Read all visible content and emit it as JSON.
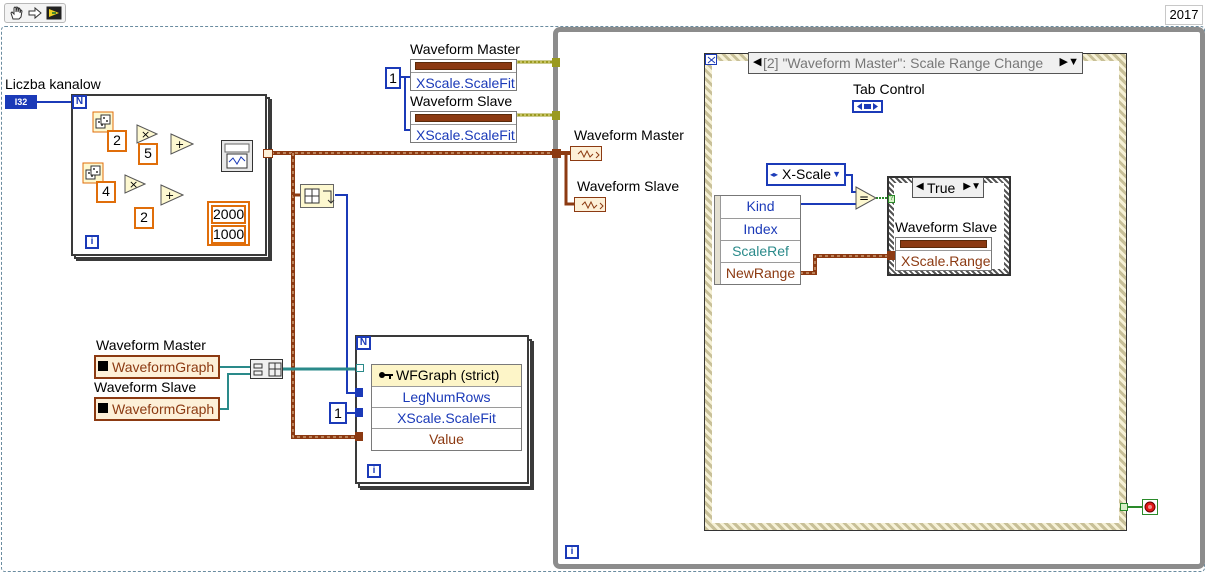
{
  "toolbar": {
    "year": "2017",
    "icons": [
      "hand-icon",
      "step-arrow-icon",
      "highlight-icon"
    ]
  },
  "colors": {
    "wire_waveform": "#8c3a12",
    "wire_int": "#1b3ab8",
    "wire_ref": "#2a8a8a",
    "wire_numeric": "#e06e0a",
    "wire_bool": "#2a8a2a"
  },
  "left": {
    "channels_label": "Liczba kanalow",
    "channels_type": "I32",
    "loop_count_terminal": "N",
    "loop_iter_terminal": "i",
    "const_a1": "2",
    "const_a2": "5",
    "const_b1": "4",
    "const_b2": "2",
    "array_values": [
      "2000",
      "1000"
    ]
  },
  "top_props": {
    "master_label": "Waveform Master",
    "master_prop": "XScale.ScaleFit",
    "slave_label": "Waveform Slave",
    "slave_prop": "XScale.ScaleFit",
    "const_one": "1"
  },
  "refs": {
    "master_label": "Waveform Master",
    "master_ref": "WaveformGraph",
    "slave_label": "Waveform Slave",
    "slave_ref": "WaveformGraph"
  },
  "bottom_loop": {
    "count_terminal": "N",
    "iter_terminal": "i",
    "node_class": "WFGraph (strict)",
    "props": [
      "LegNumRows",
      "XScale.ScaleFit",
      "Value"
    ],
    "const_one": "1"
  },
  "indicators": {
    "master_label": "Waveform Master",
    "slave_label": "Waveform Slave"
  },
  "event": {
    "selector": "[2] \"Waveform Master\": Scale Range Change",
    "tab_control_label": "Tab Control",
    "xscale_enum": "X-Scale",
    "event_data": [
      "Kind",
      "Index",
      "ScaleRef",
      "NewRange"
    ],
    "case_value": "True",
    "case_node_label": "Waveform Slave",
    "case_prop": "XScale.Range",
    "iter_terminal": "i"
  }
}
